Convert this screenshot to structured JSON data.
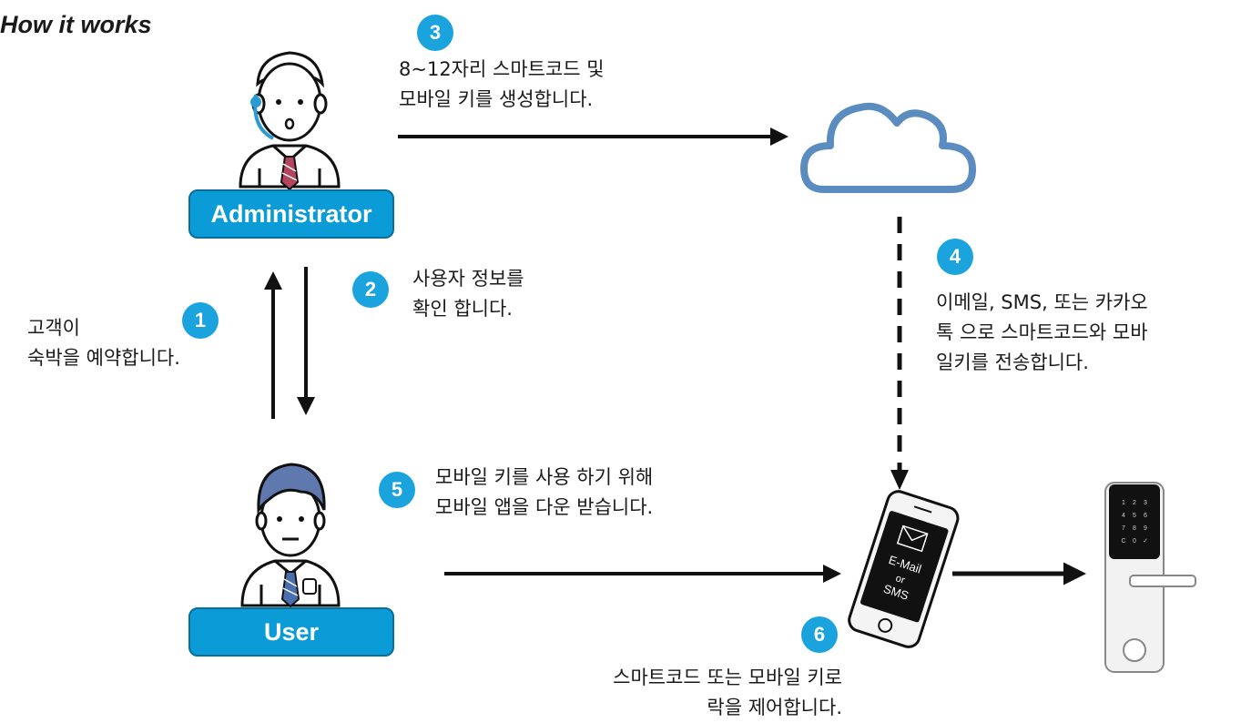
{
  "title": "How it works",
  "roles": {
    "admin": "Administrator",
    "user": "User"
  },
  "steps": [
    {
      "num": "1",
      "lines": [
        "고객이",
        "숙박을 예약합니다."
      ]
    },
    {
      "num": "2",
      "lines": [
        "사용자 정보를",
        "확인 합니다."
      ]
    },
    {
      "num": "3",
      "lines": [
        "8~12자리 스마트코드 및",
        "모바일 키를 생성합니다."
      ]
    },
    {
      "num": "4",
      "lines": [
        "이메일, SMS, 또는 카카오",
        "톡 으로 스마트코드와 모바",
        "일키를 전송합니다."
      ]
    },
    {
      "num": "5",
      "lines": [
        "모바일 키를 사용 하기 위해",
        "모바일 앱을 다운 받습니다."
      ]
    },
    {
      "num": "6",
      "lines": [
        "스마트코드 또는 모바일 키로",
        "락을 제어합니다."
      ]
    }
  ],
  "phone_screen": {
    "line1": "E-Mail",
    "line2": "or",
    "line3": "SMS"
  },
  "keypad": [
    "1",
    "2",
    "3",
    "4",
    "5",
    "6",
    "7",
    "8",
    "9",
    "C",
    "0",
    "✓"
  ],
  "colors": {
    "badge": "#1aa3dc",
    "role_box": "#0b9bd7",
    "cloud": "#5b8cc0",
    "arrow": "#111111"
  }
}
